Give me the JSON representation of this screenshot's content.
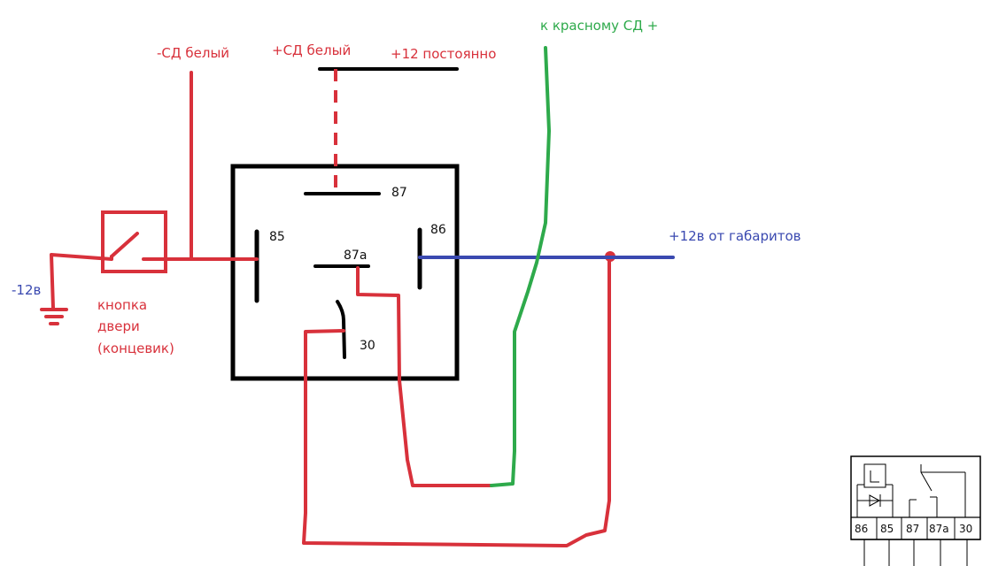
{
  "colors": {
    "red": "#d8313b",
    "green": "#2eaa4b",
    "blue": "#3a49b0",
    "black": "#000000"
  },
  "labels": {
    "minus_sd_white": "-СД белый",
    "plus_sd_white": "+СД белый",
    "plus12_constant": "+12 постоянно",
    "to_red_sd_plus": "к красному СД +",
    "plus12_from_marker": "+12в от габаритов",
    "minus12": "-12в",
    "door_button_line1": "кнопка",
    "door_button_line2": "двери",
    "door_button_line3": "(концевик)"
  },
  "relay_pins": {
    "p85": "85",
    "p86": "86",
    "p87": "87",
    "p87a": "87а",
    "p30": "30"
  },
  "legend_pins": [
    "86",
    "85",
    "87",
    "87а",
    "30"
  ],
  "icons": {
    "ground": "ground-icon",
    "switch": "switch-icon",
    "relay_coil": "relay-coil-icon",
    "diode": "diode-icon"
  }
}
